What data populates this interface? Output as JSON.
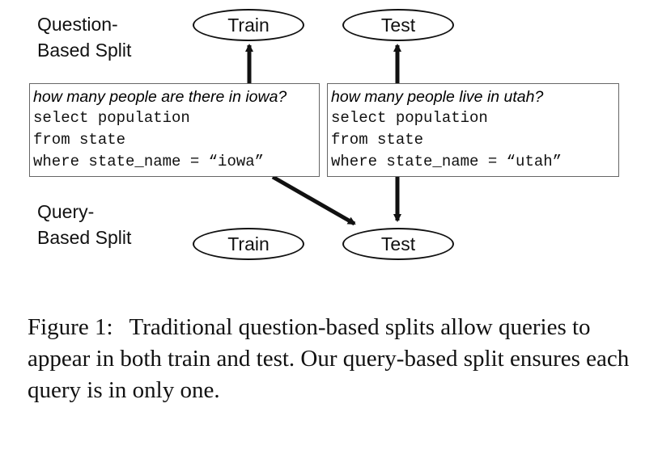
{
  "diagram": {
    "question_split_label": "Question-\nBased Split",
    "query_split_label": "Query-\nBased Split",
    "nodes": {
      "top_train": "Train",
      "top_test": "Test",
      "bottom_train": "Train",
      "bottom_test": "Test"
    },
    "examples": [
      {
        "question": "how many people are there in iowa?",
        "sql": [
          "select population",
          "from state",
          "where state_name = “iowa”"
        ]
      },
      {
        "question": "how many people live in utah?",
        "sql": [
          "select population",
          "from state",
          "where state_name = “utah”"
        ]
      }
    ],
    "edges": [
      {
        "from": "examples.0",
        "to": "nodes.top_train"
      },
      {
        "from": "examples.1",
        "to": "nodes.top_test"
      },
      {
        "from": "examples.0",
        "to": "nodes.bottom_test"
      },
      {
        "from": "examples.1",
        "to": "nodes.bottom_test"
      }
    ]
  },
  "caption": {
    "figure_number": "Figure 1:",
    "text": "Traditional question-based splits allow queries to appear in both train and test. Our query-based split ensures each query is in only one."
  }
}
